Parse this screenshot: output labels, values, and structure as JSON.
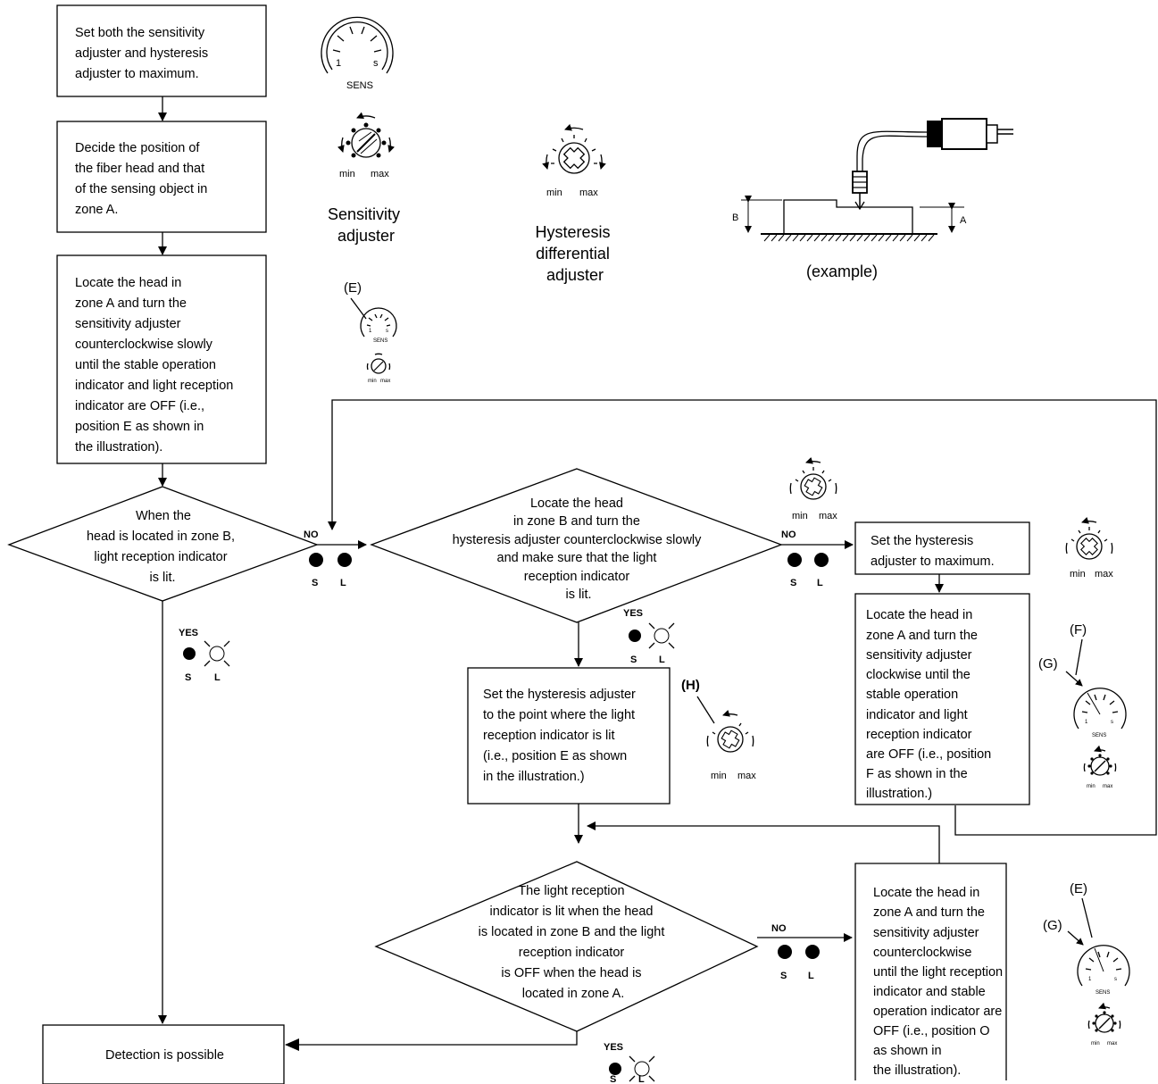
{
  "steps": {
    "step1": [
      "Set both the sensitivity",
      "adjuster and hysteresis",
      "adjuster to maximum."
    ],
    "step2": [
      "Decide the position of",
      "the fiber head and that",
      "of the sensing object in",
      "zone A."
    ],
    "step3": [
      "Locate the head in",
      "zone A and turn the",
      "sensitivity adjuster",
      "counterclockwise slowly",
      "until the stable operation",
      "indicator and light reception",
      "indicator are OFF (i.e.,",
      "position E as shown in",
      "the illustration)."
    ],
    "decision1": [
      "When the",
      "head is located in zone B,",
      "light reception indicator",
      "is lit."
    ],
    "decision2": [
      "Locate the head",
      "in zone B and turn the",
      "hysteresis adjuster counterclockwise slowly",
      "and make sure that the light",
      "reception indicator",
      "is lit."
    ],
    "set_hysteresis_max": [
      "Set the  hysteresis",
      "adjuster to maximum."
    ],
    "locate_clockwise": [
      "Locate the head in",
      "zone A and turn the",
      "sensitivity adjuster",
      "clockwise until the",
      "stable operation",
      "indicator and light",
      "reception indicator",
      "are OFF (i.e., position",
      "F as shown in the",
      "illustration.)"
    ],
    "set_hysteresis_point": [
      "Set the hysteresis adjuster",
      "to the point where the light",
      "reception indicator is lit",
      "(i.e., position E as shown",
      "in the illustration.)"
    ],
    "decision3": [
      "The light reception",
      "indicator is lit when the head",
      "is located in zone B and the light",
      "reception indicator",
      "is OFF when the head is",
      "located in zone A."
    ],
    "locate_ccw": [
      "Locate the head in",
      "zone A and turn the",
      "sensitivity adjuster",
      "counterclockwise",
      "until the light reception",
      "indicator and stable",
      "operation indicator are",
      "OFF (i.e., position O",
      "as shown in",
      "the illustration)."
    ],
    "detection": [
      "Detection is possible"
    ]
  },
  "captions": {
    "sensitivity": [
      "Sensitivity",
      "adjuster"
    ],
    "hysteresis": [
      "Hysteresis",
      "differential",
      "adjuster"
    ],
    "example": "(example)"
  },
  "labels": {
    "no": "NO",
    "yes": "YES",
    "s": "S",
    "l": "L",
    "min": "min",
    "max": "max",
    "sens": "SENS",
    "dial_one": "1",
    "dial_s": "s",
    "e": "(E)",
    "f": "(F)",
    "g": "(G)",
    "h": "(H)",
    "zone_a": "A",
    "zone_b": "B"
  }
}
